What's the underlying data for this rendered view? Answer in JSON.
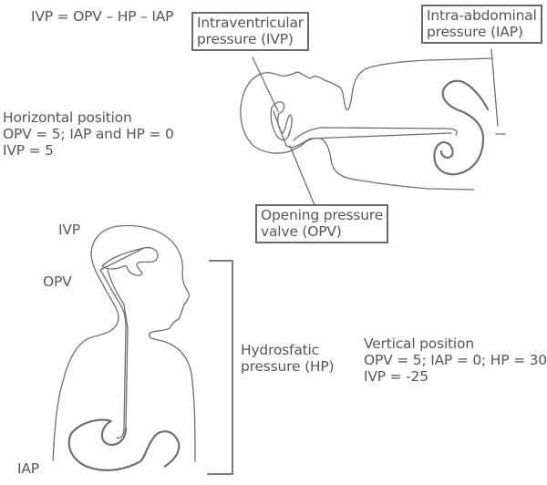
{
  "formula": "IVP = OPV – HP – IAP",
  "horizontal": {
    "title": "Horizontal position",
    "values": "OPV = 5; IAP and HP = 0",
    "result": "IVP = 5"
  },
  "vertical": {
    "title": "Vertical position",
    "values": "OPV = 5; IAP = 0; HP = 30",
    "result": "IVP = -25"
  },
  "callouts": {
    "ivp": [
      "Intraventricular",
      "pressure (IVP)"
    ],
    "iap": [
      "Intra-abdominal",
      "pressure (IAP)"
    ],
    "opv": [
      "Opening pressure",
      "valve (OPV)"
    ],
    "hp": [
      "Hydrosfatic",
      "pressure (HP)"
    ]
  },
  "vertical_labels": {
    "ivp": "IVP",
    "opv": "OPV",
    "iap": "IAP"
  },
  "colors": {
    "line": "#6a6a6a",
    "text": "#565656"
  }
}
